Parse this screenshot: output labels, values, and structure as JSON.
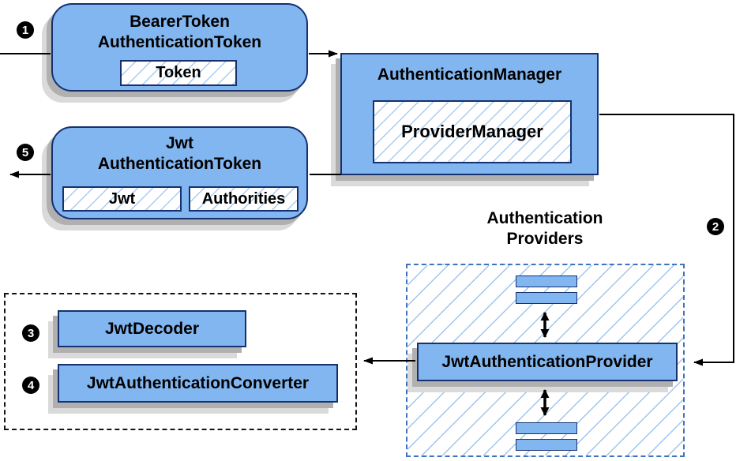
{
  "diagram": {
    "steps": {
      "s1": "1",
      "s2": "2",
      "s3": "3",
      "s4": "4",
      "s5": "5"
    },
    "bearer_token_node": {
      "title_line1": "BearerToken",
      "title_line2": "AuthenticationToken",
      "field": "Token"
    },
    "authentication_manager_node": {
      "title": "AuthenticationManager",
      "field": "ProviderManager"
    },
    "jwt_token_node": {
      "title_line1": "Jwt",
      "title_line2": "AuthenticationToken",
      "jwt_field": "Jwt",
      "authorities_field": "Authorities"
    },
    "providers_group": {
      "label_line1": "Authentication",
      "label_line2": "Providers",
      "provider_node": "JwtAuthenticationProvider"
    },
    "converter_group": {
      "decoder_node": "JwtDecoder",
      "converter_node": "JwtAuthenticationConverter"
    }
  },
  "colors": {
    "node_fill": "#82b6f0",
    "node_border": "#16316e",
    "hatch_line": "#a9cbf2",
    "providers_dashed_border": "#3f72ba",
    "decoder_dashed_border": "#141414",
    "shadow_dark": "#b0b0b0",
    "shadow_light": "#dadada",
    "connector": "#000000",
    "badge_bg": "#000000",
    "badge_text": "#ffffff"
  }
}
